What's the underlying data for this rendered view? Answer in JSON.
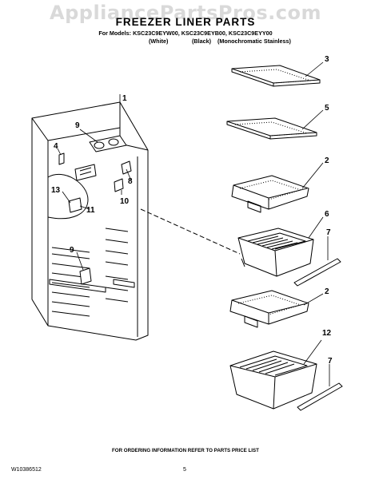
{
  "watermark": "AppliancePartsPros.com",
  "header": {
    "title": "FREEZER LINER PARTS",
    "models": "For Models: KSC23C9EYW00, KSC23C9EYB00, KSC23C9EYY00",
    "variants": [
      "(White)",
      "(Black)",
      "(Monochromatic Stainless)"
    ]
  },
  "callouts": [
    "1",
    "3",
    "5",
    "2",
    "6",
    "7",
    "2",
    "12",
    "7",
    "9",
    "4",
    "13",
    "11",
    "8",
    "10",
    "9"
  ],
  "footer": {
    "ordering_note": "FOR ORDERING INFORMATION REFER TO PARTS PRICE LIST",
    "document_number": "W10386512",
    "page_number": "5"
  }
}
